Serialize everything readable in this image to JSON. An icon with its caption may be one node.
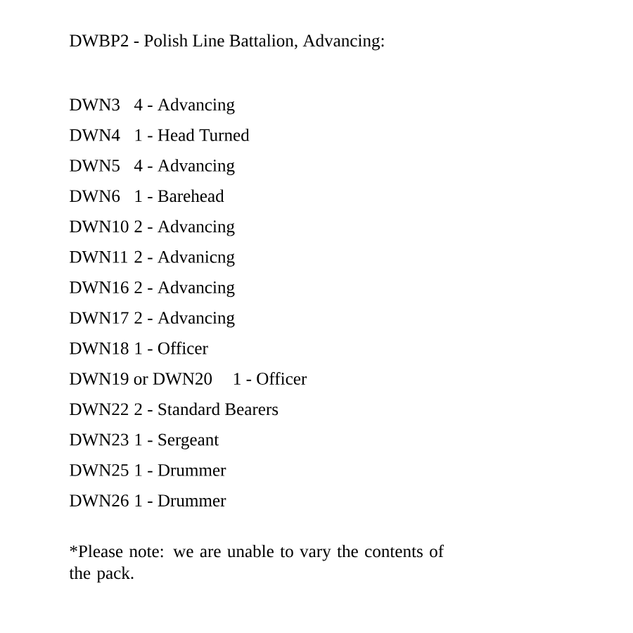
{
  "diagram": {
    "title": "DWBP2 - Polish Line Battalion, Advancing:",
    "labels": [
      "DWN3",
      "4 - Advancing",
      "DWN4",
      "1 - Head Turned",
      "DWN5",
      "4 - Advancing",
      "DWN6",
      "1 - Barehead",
      "DWN10",
      "2 - Advancing",
      "DWN11",
      "2 - Advanicng",
      "DWN16",
      "2 - Advancing",
      "DWN17",
      "2 - Advancing",
      "DWN18",
      "1 - Officer",
      "DWN19 or DWN20",
      "1 - Officer",
      "DWN22",
      "2 - Standard Bearers",
      "DWN23",
      "1 - Sergeant",
      "DWN25",
      "1 - Drummer",
      "DWN26",
      "1 - Drummer",
      "*Please note: we are unable to vary the contents of the pack."
    ]
  }
}
